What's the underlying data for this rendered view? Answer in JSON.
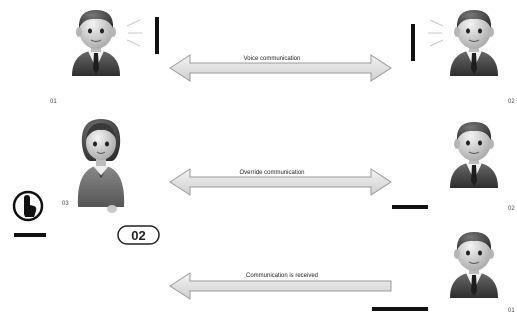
{
  "rows": [
    {
      "arrow_label": "Voice communication",
      "left_number": "01",
      "right_number": "02",
      "arrow_direction": "both",
      "indicator": "vertical-bars-both"
    },
    {
      "arrow_label": "Override communication",
      "left_number": "03",
      "right_number": "02",
      "arrow_direction": "both",
      "indicator": "right-underline"
    },
    {
      "arrow_label": "Communication is received",
      "left_number": "",
      "right_number": "01",
      "arrow_direction": "left",
      "indicator": "right-underline"
    }
  ],
  "badge": {
    "label": "02"
  },
  "icons": {
    "touch": "hand-pointer-icon"
  },
  "colors": {
    "arrow_fill": "#e6e6e6",
    "arrow_stroke": "#9a9a9a",
    "indicator": "#111111"
  }
}
